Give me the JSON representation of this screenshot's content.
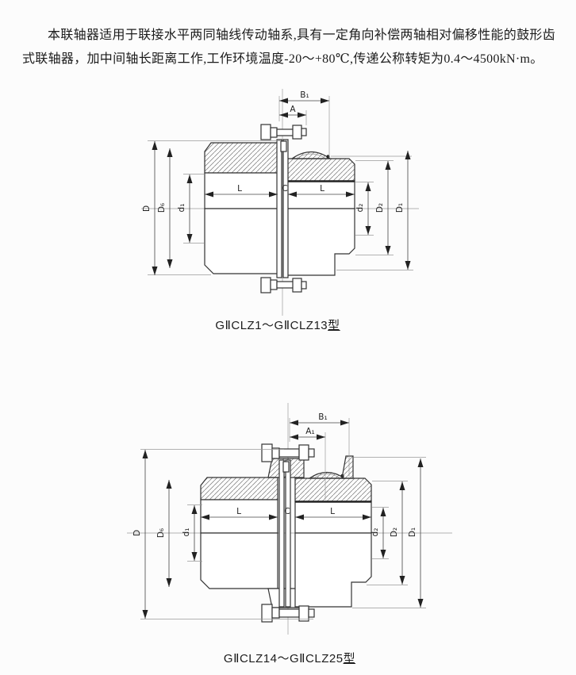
{
  "page": {
    "bg": "#fcfcfc",
    "ink": "#1c1c1c"
  },
  "intro": {
    "text": "本联轴器适用于联接水平两同轴线传动轴系,具有一定角向补偿两轴相对偏移性能的鼓形齿式联轴器，加中间轴长距离工作,工作环境温度-20～+80℃,传递公称转矩为0.4～4500kN·m。"
  },
  "fig1": {
    "caption": "GⅡCLZ1～GⅡCLZ13",
    "caption_suffix": "型",
    "dims": {
      "b1": "B₁",
      "a": "A",
      "D": "D",
      "D6": "D₆",
      "d1": "d₁",
      "d2": "d₂",
      "D2": "D₂",
      "D1": "D₁",
      "L_left": "L",
      "C": "C",
      "L_right": "L"
    }
  },
  "fig2": {
    "caption": "GⅡCLZ14～GⅡCLZ25",
    "caption_suffix": "型",
    "dims": {
      "b1": "B₁",
      "a1": "A₁",
      "D": "D",
      "D6": "D₆",
      "d1": "d₁",
      "d2": "d₂",
      "D2": "D₂",
      "D1": "D₁",
      "L_left": "L",
      "C": "C",
      "L_right": "L"
    }
  }
}
